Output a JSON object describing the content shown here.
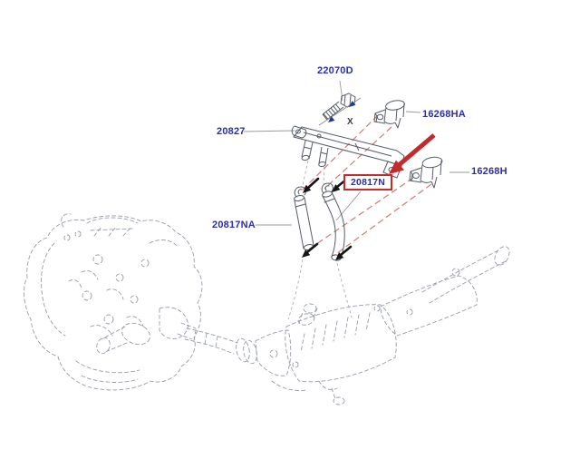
{
  "diagram": {
    "type": "exhaust-parts-diagram",
    "background": "#ffffff",
    "parts": {
      "bolt_label": "22070D",
      "clamp_upper_label": "16268HA",
      "bracket_label": "20827",
      "clamp_lower_label": "16268H",
      "highlight_label": "20817N",
      "hose_label": "20817NA",
      "x_marker": "X"
    },
    "highlight": {
      "part_number": "20817N",
      "box_color": "#c62b2b",
      "arrow_color": "#c4292c"
    },
    "colors": {
      "label_text": "#2b2fa0",
      "part_line": "#565c66",
      "ghost_line": "#979ca6",
      "leader_line": "#9a9a9a",
      "reference_dash": "#cd7b7b",
      "black_arrow": "#151515",
      "navy_arrow": "#1e3a8a",
      "x_marker_color": "#3c3c3c"
    }
  }
}
